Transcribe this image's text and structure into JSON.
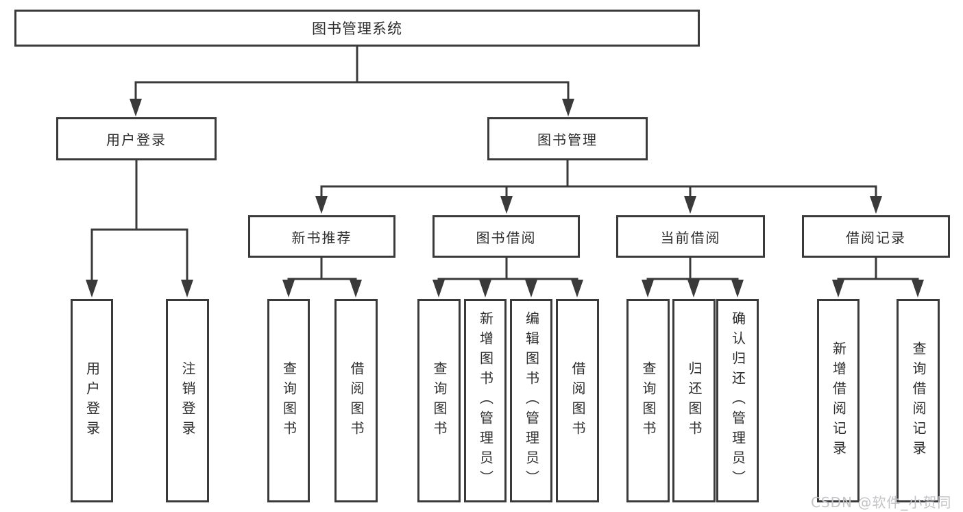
{
  "diagram_type": "hierarchy",
  "tree": {
    "label": "图书管理系统",
    "children": [
      {
        "label": "用户登录",
        "children": [
          {
            "label": "用户登录"
          },
          {
            "label": "注销登录"
          }
        ]
      },
      {
        "label": "图书管理",
        "children": [
          {
            "label": "新书推荐",
            "children": [
              {
                "label": "查询图书"
              },
              {
                "label": "借阅图书"
              }
            ]
          },
          {
            "label": "图书借阅",
            "children": [
              {
                "label": "查询图书"
              },
              {
                "label": "新增图书（管理员）"
              },
              {
                "label": "编辑图书（管理员）"
              },
              {
                "label": "借阅图书"
              }
            ]
          },
          {
            "label": "当前借阅",
            "children": [
              {
                "label": "查询图书"
              },
              {
                "label": "归还图书"
              },
              {
                "label": "确认归还（管理员）"
              }
            ]
          },
          {
            "label": "借阅记录",
            "children": [
              {
                "label": "新增借阅记录"
              },
              {
                "label": "查询借阅记录"
              }
            ]
          }
        ]
      }
    ]
  },
  "watermark": {
    "text": "CSDN @软件_小贺同学"
  },
  "colors": {
    "line": "#3a3a3a",
    "text": "#2d2d2d",
    "watermark": "#c3c3c8",
    "background": "#ffffff"
  }
}
